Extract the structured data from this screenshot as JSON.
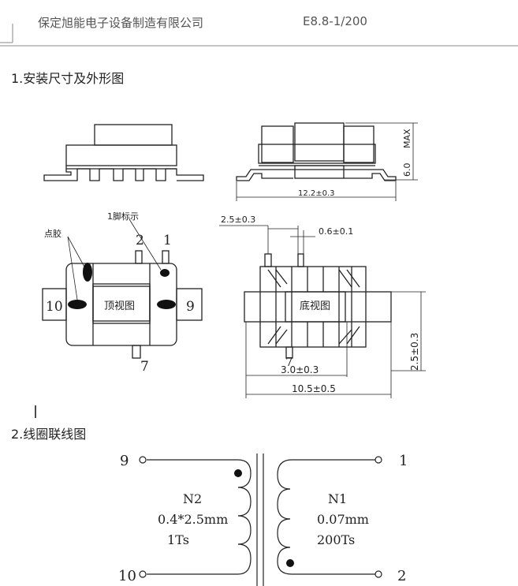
{
  "header": {
    "company": "保定旭能电子设备制造有限公司",
    "model": "E8.8-1/200"
  },
  "section1": {
    "title": "1.安装尺寸及外形图",
    "dim_max": "MAX",
    "dim_height": "6.0",
    "dim_width": "12.2±0.3",
    "label_glue": "点胶",
    "label_pin1_mark": "1脚标示",
    "top_view_label": "顶视图",
    "bottom_view_label": "底视图",
    "pins": {
      "p1": "1",
      "p2": "2",
      "p7": "7",
      "p9": "9",
      "p10": "10"
    },
    "dim_pitch": "2.5±0.3",
    "dim_pin_width": "0.6±0.1",
    "dim_3": "3.0±0.3",
    "dim_10_5": "10.5±0.5",
    "dim_2_5_vert": "2.5±0.3"
  },
  "section2": {
    "title": "2.线圈联线图",
    "pins": {
      "p9": "9",
      "p10": "10",
      "p1": "1",
      "p2": "2"
    },
    "n2": {
      "name": "N2",
      "wire": "0.4*2.5mm",
      "turns": "1Ts"
    },
    "n1": {
      "name": "N1",
      "wire": "0.07mm",
      "turns": "200Ts"
    }
  }
}
